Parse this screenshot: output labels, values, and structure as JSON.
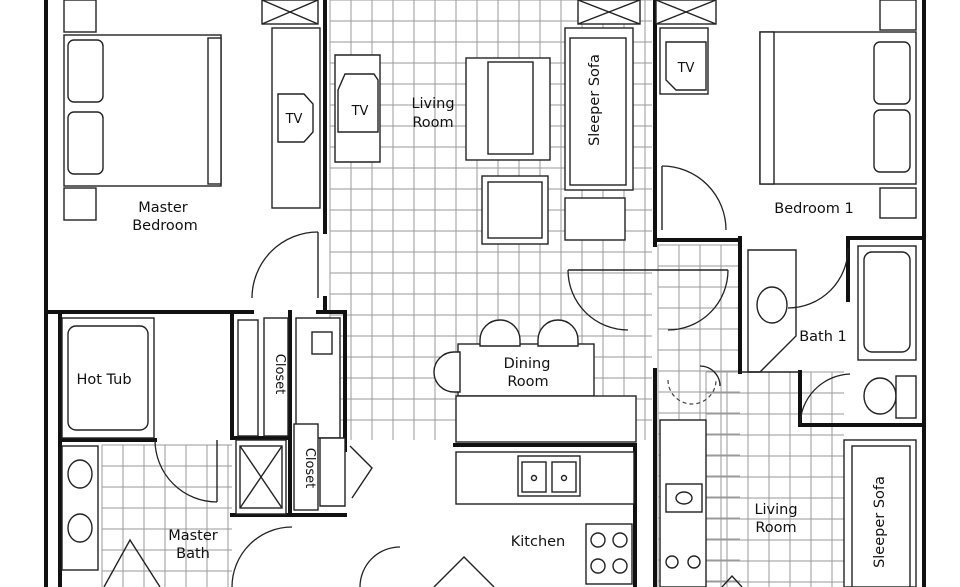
{
  "labels": {
    "master_bedroom": [
      "Master",
      "Bedroom"
    ],
    "living_room_top": [
      "Living",
      "Room"
    ],
    "sleeper_sofa_top": "Sleeper Sofa",
    "bedroom_1": "Bedroom 1",
    "tv_master": "TV",
    "tv_living": "TV",
    "tv_bedroom1": "TV",
    "hot_tub": "Hot Tub",
    "closet_upper": "Closet",
    "closet_lower": "Closet",
    "dining_room": [
      "Dining",
      "Room"
    ],
    "bath_1": "Bath 1",
    "master_bath": [
      "Master",
      "Bath"
    ],
    "kitchen": "Kitchen",
    "living_room_bottom": [
      "Living",
      "Room"
    ],
    "sleeper_sofa_bottom": "Sleeper Sofa"
  }
}
